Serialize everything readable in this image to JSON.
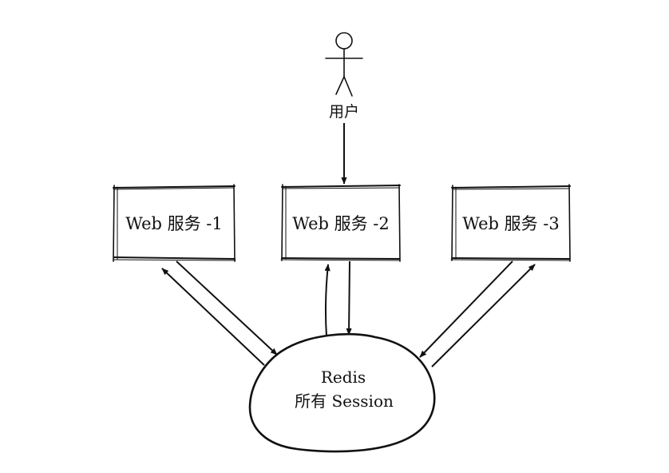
{
  "user": {
    "label": "用户"
  },
  "services": [
    {
      "label": "Web 服务 -1"
    },
    {
      "label": "Web 服务 -2"
    },
    {
      "label": "Web 服务 -3"
    }
  ],
  "store": {
    "title": "Redis",
    "subtitle": "所有 Session"
  },
  "colors": {
    "stroke": "#111111",
    "background": "#ffffff"
  },
  "icons": {
    "user": "stick-figure-actor-icon",
    "store": "cloud-shape-icon"
  }
}
